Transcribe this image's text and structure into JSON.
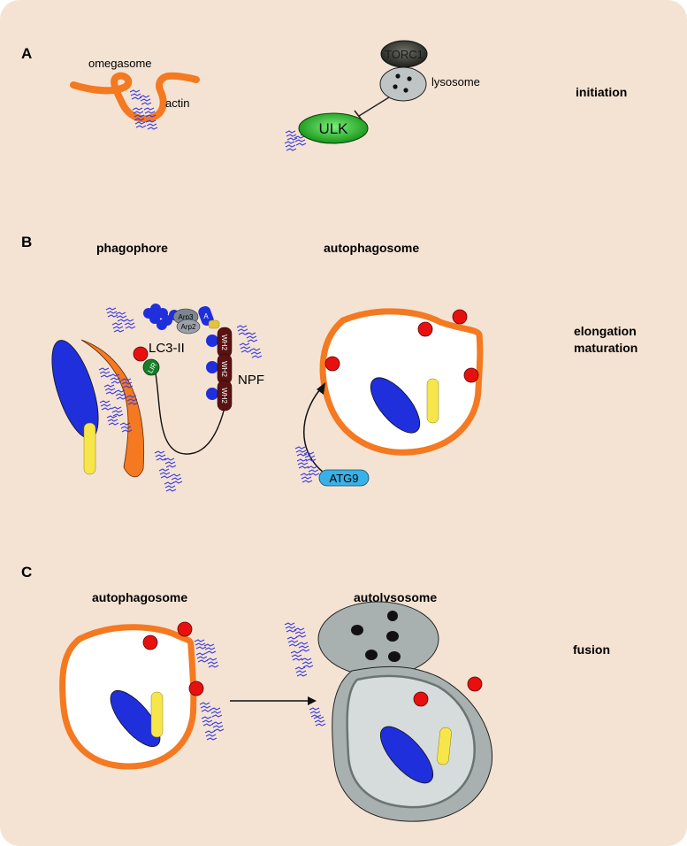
{
  "panels": {
    "a": {
      "letter": "A",
      "omegasome": "omegasome",
      "actin": "actin",
      "torc1": "TORC1",
      "lysosome": "lysosome",
      "ulk": "ULK",
      "stage": "initiation"
    },
    "b": {
      "letter": "B",
      "phagophore_title": "phagophore",
      "autophagosome_title": "autophagosome",
      "lc3": "LC3-II",
      "lir": "LIR",
      "arp3": "Arp3",
      "arp2": "Arp2",
      "a_label": "A",
      "wh2": "WH2",
      "npf": "NPF",
      "atg9": "ATG9",
      "stage_line1": "elongation",
      "stage_line2": "maturation"
    },
    "c": {
      "letter": "C",
      "autophagosome_title": "autophagosome",
      "autolysosome_title": "autolysosome",
      "stage": "fusion"
    }
  },
  "colors": {
    "background": "#f4e3d3",
    "membrane": "#f47920",
    "actin": "#3a3adf",
    "cargo_blue": "#1f2fdc",
    "cargo_yellow": "#f7e64a",
    "lc3_red": "#e8100f",
    "ulk_green": "#1aa51a",
    "lir_green": "#157d2a",
    "wh2_maroon": "#5a1212",
    "lysosome_gray": "#bfc4c4",
    "autolysosome_gray": "#a9b1b0",
    "atg9_blue": "#39b0e6",
    "torc1_dark": "#3d3f3a"
  }
}
